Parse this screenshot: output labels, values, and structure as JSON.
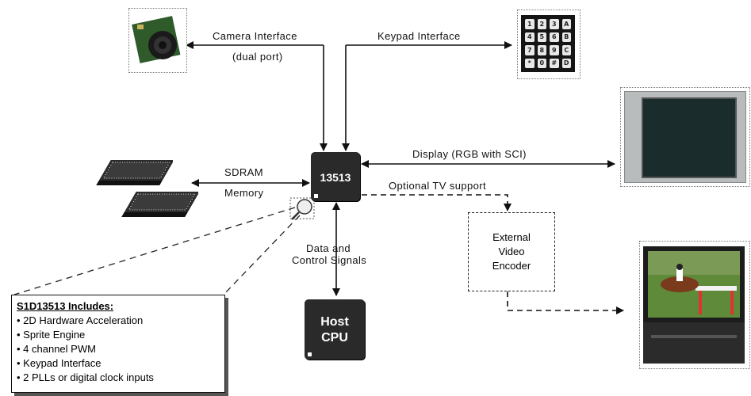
{
  "labels": {
    "camera_interface": "Camera  Interface",
    "camera_dual_port": "(dual port)",
    "keypad_interface": "Keypad  Interface",
    "display": "Display  (RGB  with  SCI)",
    "sdram": "SDRAM",
    "memory": "Memory",
    "optional_tv": "Optional  TV  support",
    "data_and": "Data  and",
    "control_signals": "Control  Signals"
  },
  "chip": {
    "label": "13513"
  },
  "host": {
    "line1": "Host",
    "line2": "CPU"
  },
  "encoder": {
    "line1": "External",
    "line2": "Video",
    "line3": "Encoder"
  },
  "includes": {
    "title": "S1D13513  Includes:",
    "items": [
      "2D  Hardware  Acceleration",
      "Sprite  Engine",
      "4  channel  PWM",
      "Keypad  Interface",
      "2  PLLs  or  digital  clock  inputs"
    ]
  },
  "keypad_keys": [
    "1",
    "2",
    "3",
    "A",
    "4",
    "5",
    "6",
    "B",
    "7",
    "8",
    "9",
    "C",
    "*",
    "0",
    "#",
    "D"
  ],
  "colors": {
    "chip": "#2a2a2a",
    "line": "#111111"
  }
}
